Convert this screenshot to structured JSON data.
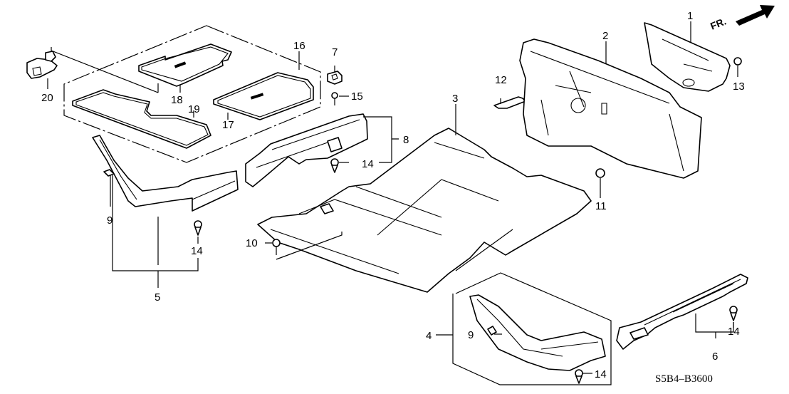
{
  "diagram": {
    "title": "Floor Carpet / Dashboard Insulator exploded view",
    "drawing_code": "S5B4–B3600",
    "direction_indicator": {
      "label": "FR.",
      "icon": "arrow-right-icon"
    },
    "callouts": [
      {
        "id": "c1",
        "label": "1"
      },
      {
        "id": "c2",
        "label": "2"
      },
      {
        "id": "c3",
        "label": "3"
      },
      {
        "id": "c4",
        "label": "4"
      },
      {
        "id": "c5",
        "label": "5"
      },
      {
        "id": "c6",
        "label": "6"
      },
      {
        "id": "c7",
        "label": "7"
      },
      {
        "id": "c8",
        "label": "8"
      },
      {
        "id": "c9a",
        "label": "9"
      },
      {
        "id": "c9b",
        "label": "9"
      },
      {
        "id": "c10",
        "label": "10"
      },
      {
        "id": "c11",
        "label": "11"
      },
      {
        "id": "c12",
        "label": "12"
      },
      {
        "id": "c13",
        "label": "13"
      },
      {
        "id": "c14a",
        "label": "14"
      },
      {
        "id": "c14b",
        "label": "14"
      },
      {
        "id": "c14c",
        "label": "14"
      },
      {
        "id": "c14d",
        "label": "14"
      },
      {
        "id": "c15",
        "label": "15"
      },
      {
        "id": "c16",
        "label": "16"
      },
      {
        "id": "c17",
        "label": "17"
      },
      {
        "id": "c18",
        "label": "18"
      },
      {
        "id": "c19",
        "label": "19"
      },
      {
        "id": "c20",
        "label": "20"
      }
    ]
  }
}
